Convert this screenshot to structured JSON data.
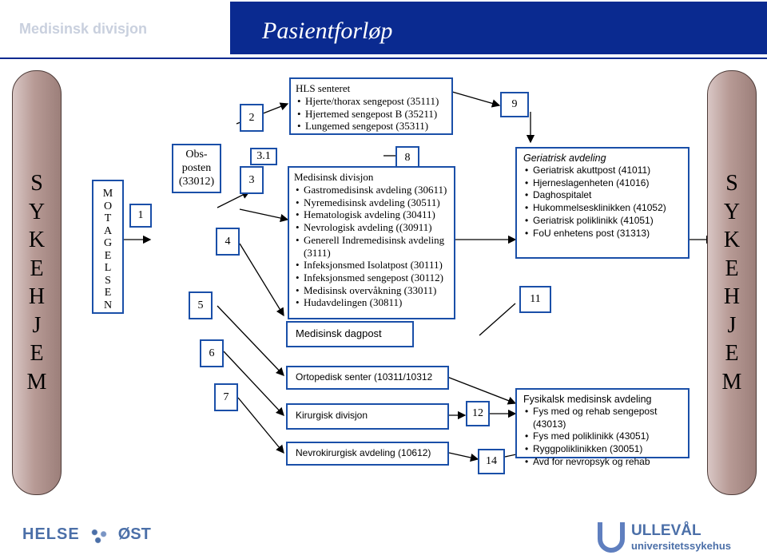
{
  "header": {
    "division": "Medisinsk divisjon",
    "title": "Pasientforløp"
  },
  "pillars": {
    "left": [
      "S",
      "Y",
      "K",
      "E",
      "H",
      "J",
      "E",
      "M"
    ],
    "right": [
      "S",
      "Y",
      "K",
      "E",
      "H",
      "J",
      "E",
      "M"
    ]
  },
  "mottakelse": [
    "M",
    "O",
    "T",
    "A",
    "G",
    "E",
    "L",
    "S",
    "E",
    "N"
  ],
  "numbers": {
    "n1": "1",
    "n2": "2",
    "n3": "3",
    "n31": "3.1",
    "n4": "4",
    "n5": "5",
    "n6": "6",
    "n7": "7",
    "n8": "8",
    "n9": "9",
    "n11": "11",
    "n12": "12",
    "n14": "14"
  },
  "obsposten": {
    "line1": "Obs-",
    "line2": "posten",
    "line3": "(33012)"
  },
  "hls": {
    "title": "HLS senteret",
    "items": [
      "Hjerte/thorax sengepost (35111)",
      "Hjertemed sengepost B (35211)",
      "Lungemed sengepost (35311)"
    ]
  },
  "medisinsk": {
    "title": "Medisinsk divisjon",
    "items": [
      "Gastromedisinsk avdeling (30611)",
      "Nyremedisinsk avdeling (30511)",
      "Hematologisk avdeling (30411)",
      "Nevrologisk avdeling ((30911)",
      "Generell Indremedisinsk avdeling (3111)",
      "Infeksjonsmed Isolatpost (30111)",
      "Infeksjonsmed sengepost (30112)",
      "Medisinsk overvåkning (33011)",
      "Hudavdelingen (30811)"
    ]
  },
  "dagpost": "Medisinsk dagpost",
  "ortopedisk": "Ortopedisk senter  (10311/10312",
  "kirurgisk": "Kirurgisk divisjon",
  "nevrokirurgisk": "Nevrokirurgisk  avdeling  (10612)",
  "geriatrisk": {
    "title": "Geriatrisk avdeling",
    "items": [
      "Geriatrisk akuttpost (41011)",
      "Hjerneslagenheten (41016)",
      "Daghospitalet",
      "Hukommelsesklinikken (41052)",
      "Geriatrisk poliklinikk (41051)",
      "FoU enhetens post (31313)"
    ]
  },
  "fysikalsk": {
    "title": "Fysikalsk medisinsk avdeling",
    "items": [
      "Fys med og rehab sengepost (43013)",
      "Fys med poliklinikk (43051)",
      "Ryggpoliklinikken (30051)",
      "Avd for nevropsyk og rehab"
    ]
  },
  "logos": {
    "helse": "HELSE",
    "ost": "ØST",
    "ulleval1": "ULLEVÅL",
    "ulleval2": "universitetssykehus"
  },
  "colors": {
    "header": "#0a2a90",
    "box_border": "#1a4fa8",
    "pillar": "#b79a95"
  }
}
